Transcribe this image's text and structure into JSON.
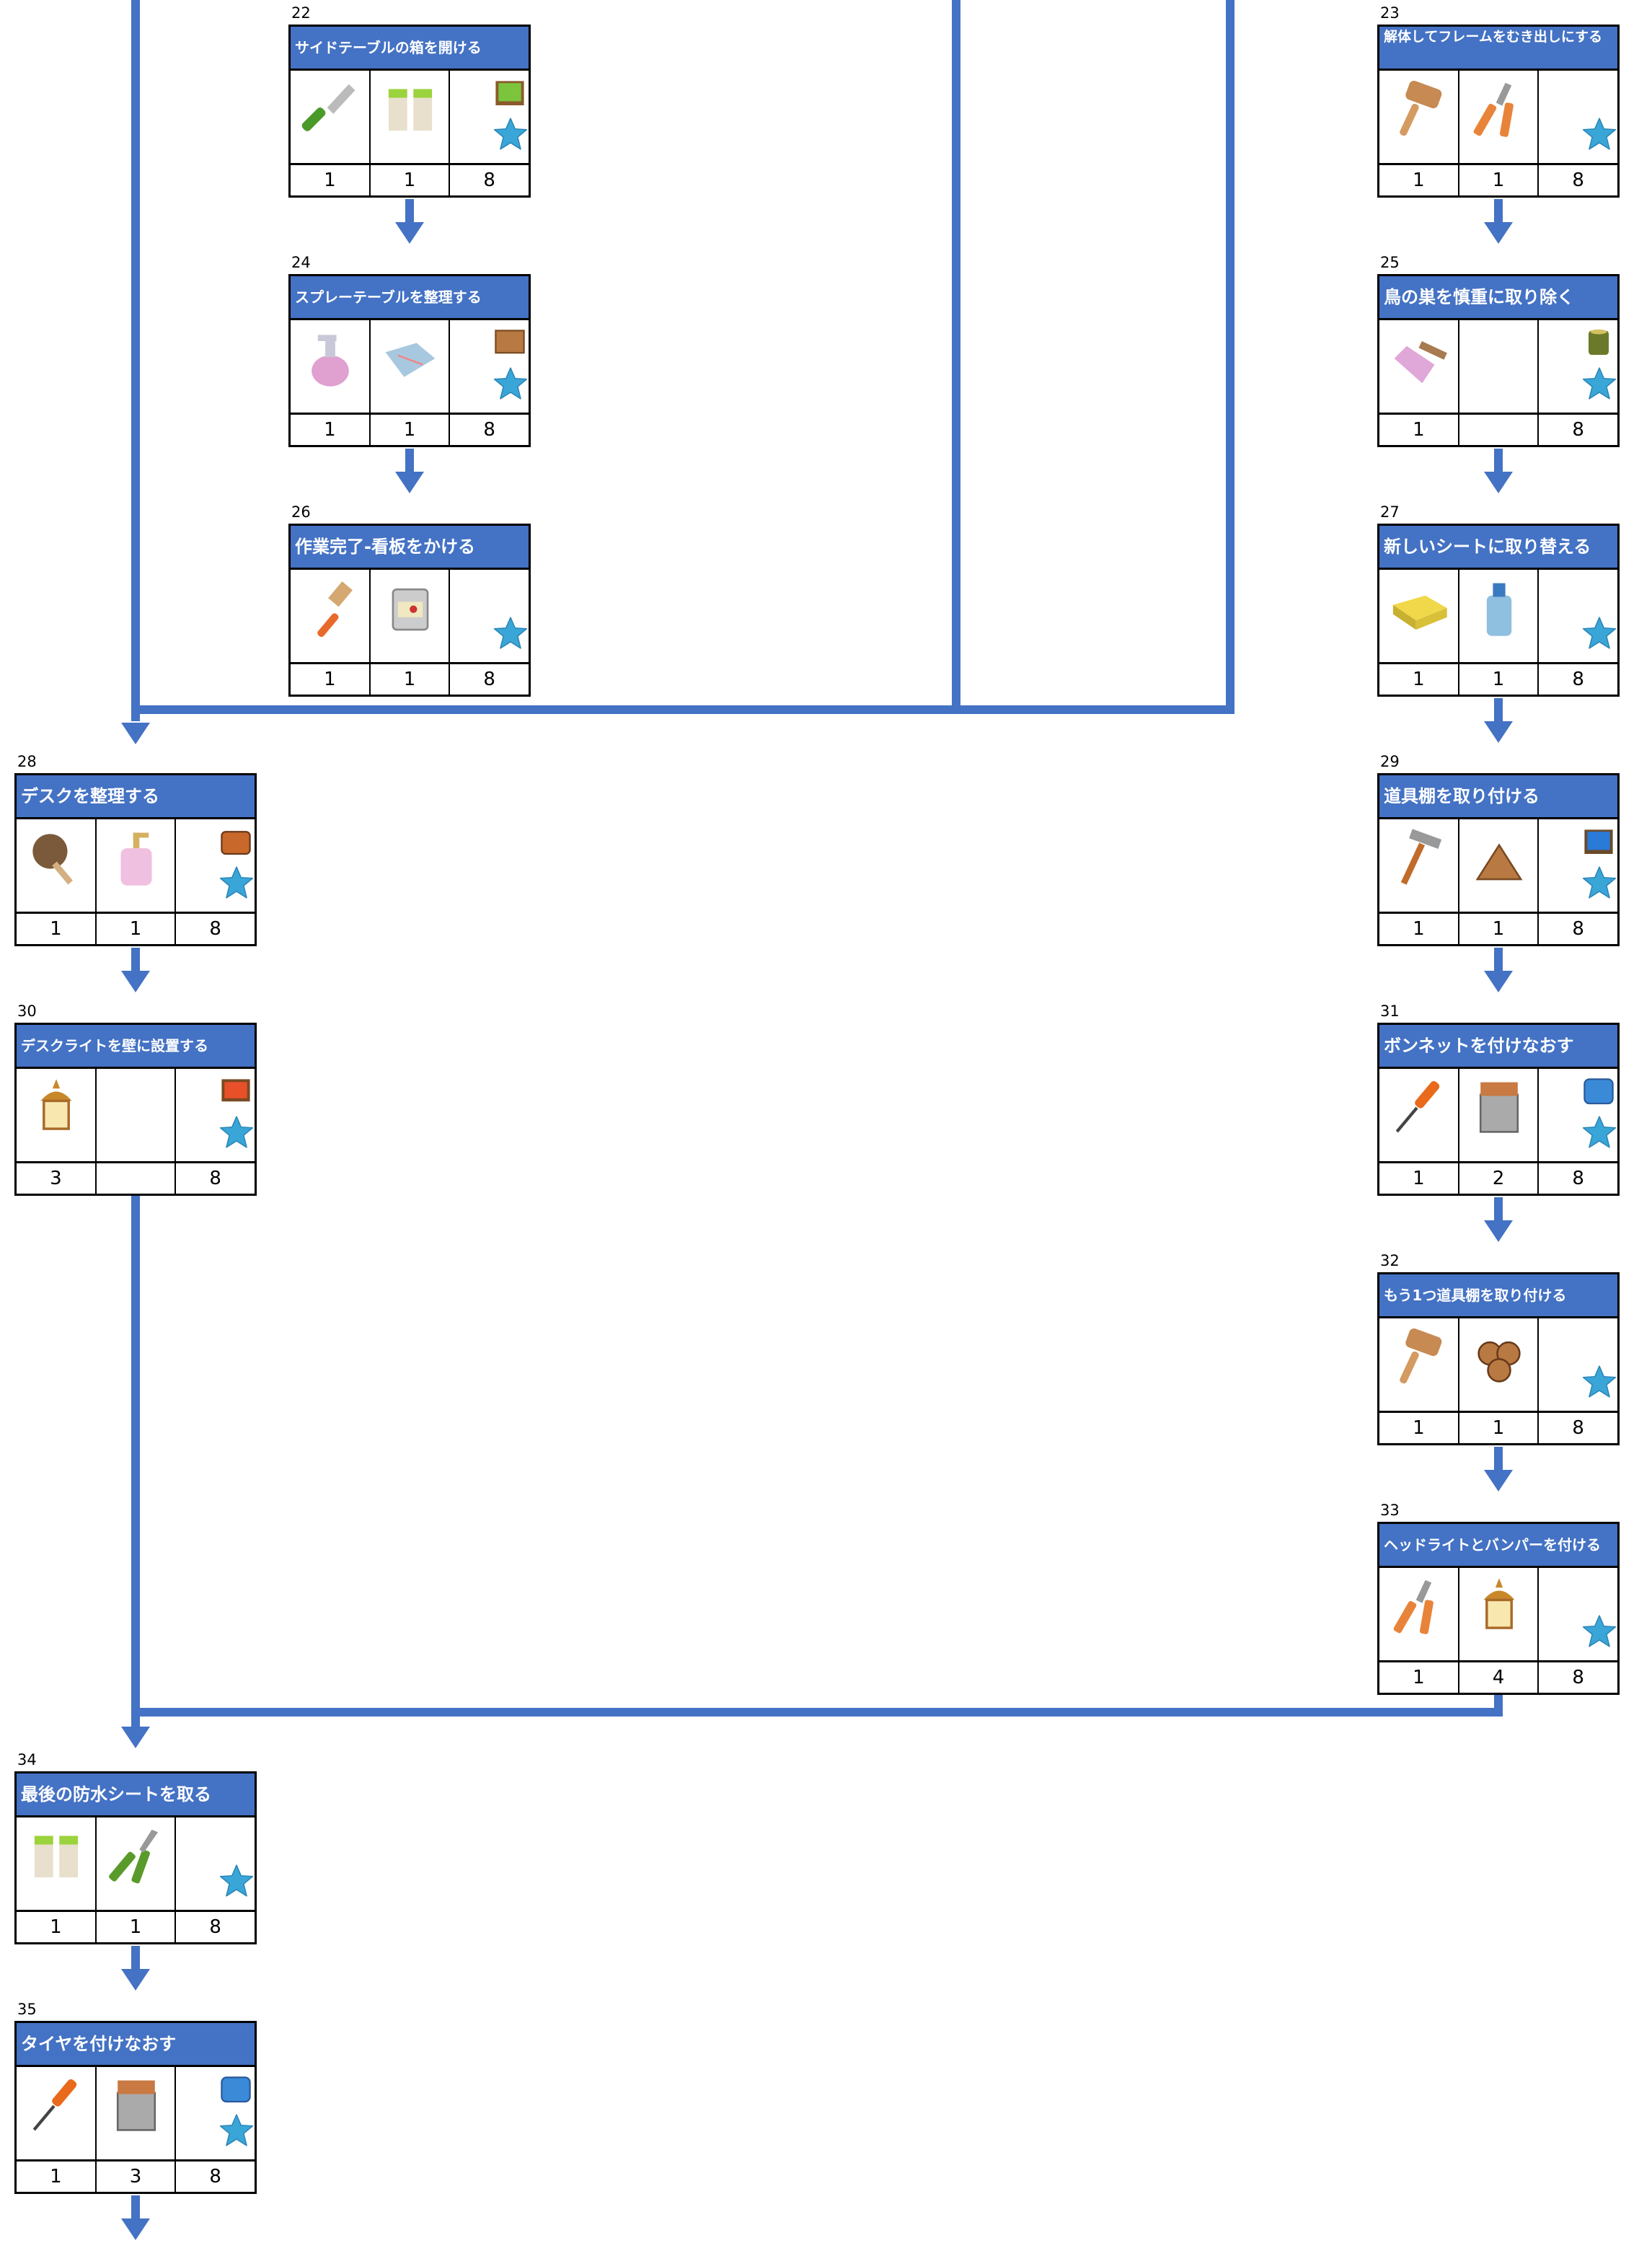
{
  "colors": {
    "accent": "#4472c4",
    "star": "#3aa6d8"
  },
  "steps": [
    {
      "id": "22",
      "title": "サイドテーブルの箱を開ける",
      "col": "B",
      "row": 0,
      "items": [
        {
          "icon": "knife-icon",
          "count": "1"
        },
        {
          "icon": "gloves-icon",
          "count": "1"
        },
        {
          "icon": "green-box-icon",
          "star": true,
          "count": "8"
        }
      ]
    },
    {
      "id": "23",
      "title": "解体してフレームをむき出しにする",
      "col": "C",
      "row": 0,
      "items": [
        {
          "icon": "mallet-icon",
          "count": "1"
        },
        {
          "icon": "pliers-icon",
          "count": "1"
        },
        {
          "icon": null,
          "star": true,
          "count": "8"
        }
      ]
    },
    {
      "id": "24",
      "title": "スプレーテーブルを整理する",
      "col": "B",
      "row": 1,
      "items": [
        {
          "icon": "spray-bottle-icon",
          "count": "1"
        },
        {
          "icon": "cloth-icon",
          "count": "1"
        },
        {
          "icon": "wood-crate-icon",
          "star": true,
          "count": "8"
        }
      ]
    },
    {
      "id": "25",
      "title": "鳥の巣を慎重に取り除く",
      "col": "C",
      "row": 1,
      "items": [
        {
          "icon": "dustpan-icon",
          "count": "1"
        },
        {
          "icon": null,
          "count": ""
        },
        {
          "icon": "olive-canister-icon",
          "star": true,
          "count": "8"
        }
      ]
    },
    {
      "id": "26",
      "title": "作業完了-看板をかける",
      "col": "B",
      "row": 2,
      "items": [
        {
          "icon": "paintbrush-icon",
          "count": "1"
        },
        {
          "icon": "paint-can-icon",
          "count": "1"
        },
        {
          "icon": null,
          "star": true,
          "count": "8"
        }
      ]
    },
    {
      "id": "27",
      "title": "新しいシートに取り替える",
      "col": "C",
      "row": 2,
      "items": [
        {
          "icon": "sponge-icon",
          "count": "1"
        },
        {
          "icon": "detergent-bottle-icon",
          "count": "1"
        },
        {
          "icon": null,
          "star": true,
          "count": "8"
        }
      ]
    },
    {
      "id": "28",
      "title": "デスクを整理する",
      "col": "A",
      "row": 3,
      "items": [
        {
          "icon": "duster-icon",
          "count": "1"
        },
        {
          "icon": "soap-pump-icon",
          "count": "1"
        },
        {
          "icon": "orange-chest-icon",
          "star": true,
          "count": "8"
        }
      ]
    },
    {
      "id": "29",
      "title": "道具棚を取り付ける",
      "col": "C",
      "row": 3,
      "items": [
        {
          "icon": "hammer-icon",
          "count": "1"
        },
        {
          "icon": "wood-pile-icon",
          "count": "1"
        },
        {
          "icon": "blue-box-icon",
          "star": true,
          "count": "8"
        }
      ]
    },
    {
      "id": "30",
      "title": "デスクライトを壁に設置する",
      "col": "A",
      "row": 4,
      "items": [
        {
          "icon": "lantern-icon",
          "count": "3"
        },
        {
          "icon": null,
          "count": ""
        },
        {
          "icon": "red-crate-icon",
          "star": true,
          "count": "8"
        }
      ]
    },
    {
      "id": "31",
      "title": "ボンネットを付けなおす",
      "col": "C",
      "row": 4,
      "items": [
        {
          "icon": "screwdriver-icon",
          "count": "1"
        },
        {
          "icon": "toolbox-icon",
          "count": "2"
        },
        {
          "icon": "blue-chest-icon",
          "star": true,
          "count": "8"
        }
      ]
    },
    {
      "id": "32",
      "title": "もう1つ道具棚を取り付ける",
      "col": "C",
      "row": 5,
      "items": [
        {
          "icon": "mallet-icon",
          "count": "1"
        },
        {
          "icon": "logs-icon",
          "count": "1"
        },
        {
          "icon": null,
          "star": true,
          "count": "8"
        }
      ]
    },
    {
      "id": "33",
      "title": "ヘッドライトとバンパーを付ける",
      "col": "C",
      "row": 6,
      "items": [
        {
          "icon": "pliers-icon",
          "count": "1"
        },
        {
          "icon": "lantern-icon",
          "count": "4"
        },
        {
          "icon": null,
          "star": true,
          "count": "8"
        }
      ]
    },
    {
      "id": "34",
      "title": "最後の防水シートを取る",
      "col": "A",
      "row": 7,
      "items": [
        {
          "icon": "gloves-icon",
          "count": "1"
        },
        {
          "icon": "cutters-icon",
          "count": "1"
        },
        {
          "icon": null,
          "star": true,
          "count": "8"
        }
      ]
    },
    {
      "id": "35",
      "title": "タイヤを付けなおす",
      "col": "A",
      "row": 8,
      "items": [
        {
          "icon": "screwdriver-icon",
          "count": "1"
        },
        {
          "icon": "toolbox-icon",
          "count": "3"
        },
        {
          "icon": "blue-chest-icon",
          "star": true,
          "count": "8"
        }
      ]
    }
  ]
}
